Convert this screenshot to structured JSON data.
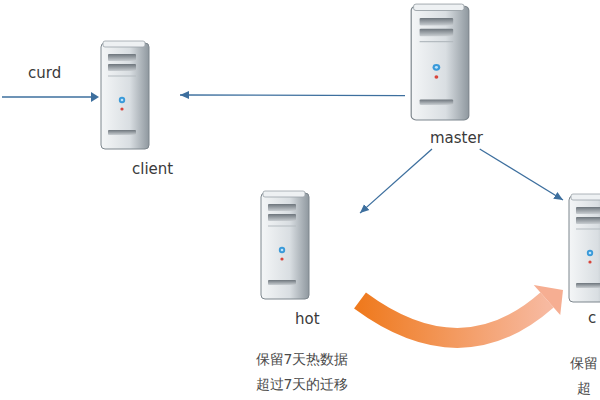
{
  "diagram": {
    "nodes": [
      {
        "text": [
          "client"
        ]
      },
      {
        "text": [
          "master"
        ]
      },
      {
        "text": [
          "hot",
          "保留7天热数据 超过7天的迁移"
        ]
      },
      {
        "text": [
          "c",
          "保留 超"
        ]
      }
    ],
    "edges": [
      {
        "from": 1,
        "to": 0,
        "arrow": "to"
      },
      {
        "from": 1,
        "to": 2,
        "arrow": "to"
      },
      {
        "from": 1,
        "to": 3,
        "arrow": "to"
      },
      {
        "from": 2,
        "to": 3,
        "arrow": "to"
      }
    ],
    "labels": [
      "curd"
    ]
  }
}
